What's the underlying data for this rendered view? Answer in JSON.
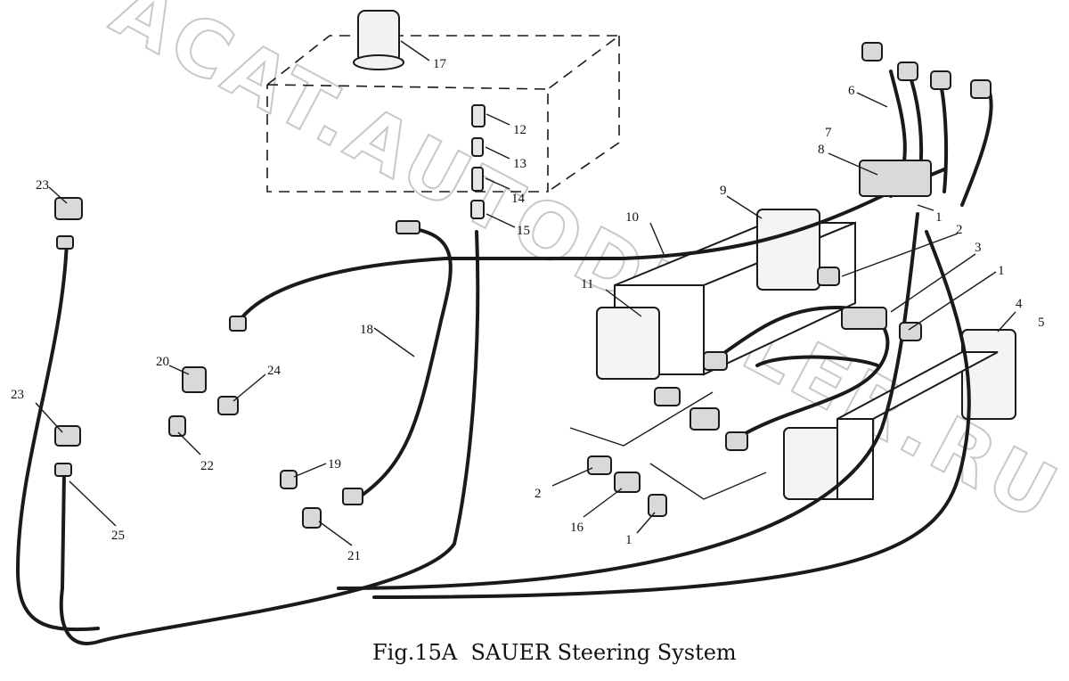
{
  "figure": {
    "caption": "Fig.15A  SAUER Steering System",
    "watermark": "ACAT.AUTODEALER.RU",
    "colors": {
      "ink": "#1a1a1a",
      "watermark": "#c8c8c8",
      "background": "#ffffff"
    }
  },
  "callouts": [
    "17",
    "12",
    "13",
    "14",
    "15",
    "6",
    "7",
    "8",
    "9",
    "10",
    "1",
    "2",
    "3",
    "1",
    "4",
    "5",
    "11",
    "18",
    "23",
    "20",
    "24",
    "22",
    "23",
    "19",
    "21",
    "25",
    "2",
    "16",
    "1"
  ]
}
